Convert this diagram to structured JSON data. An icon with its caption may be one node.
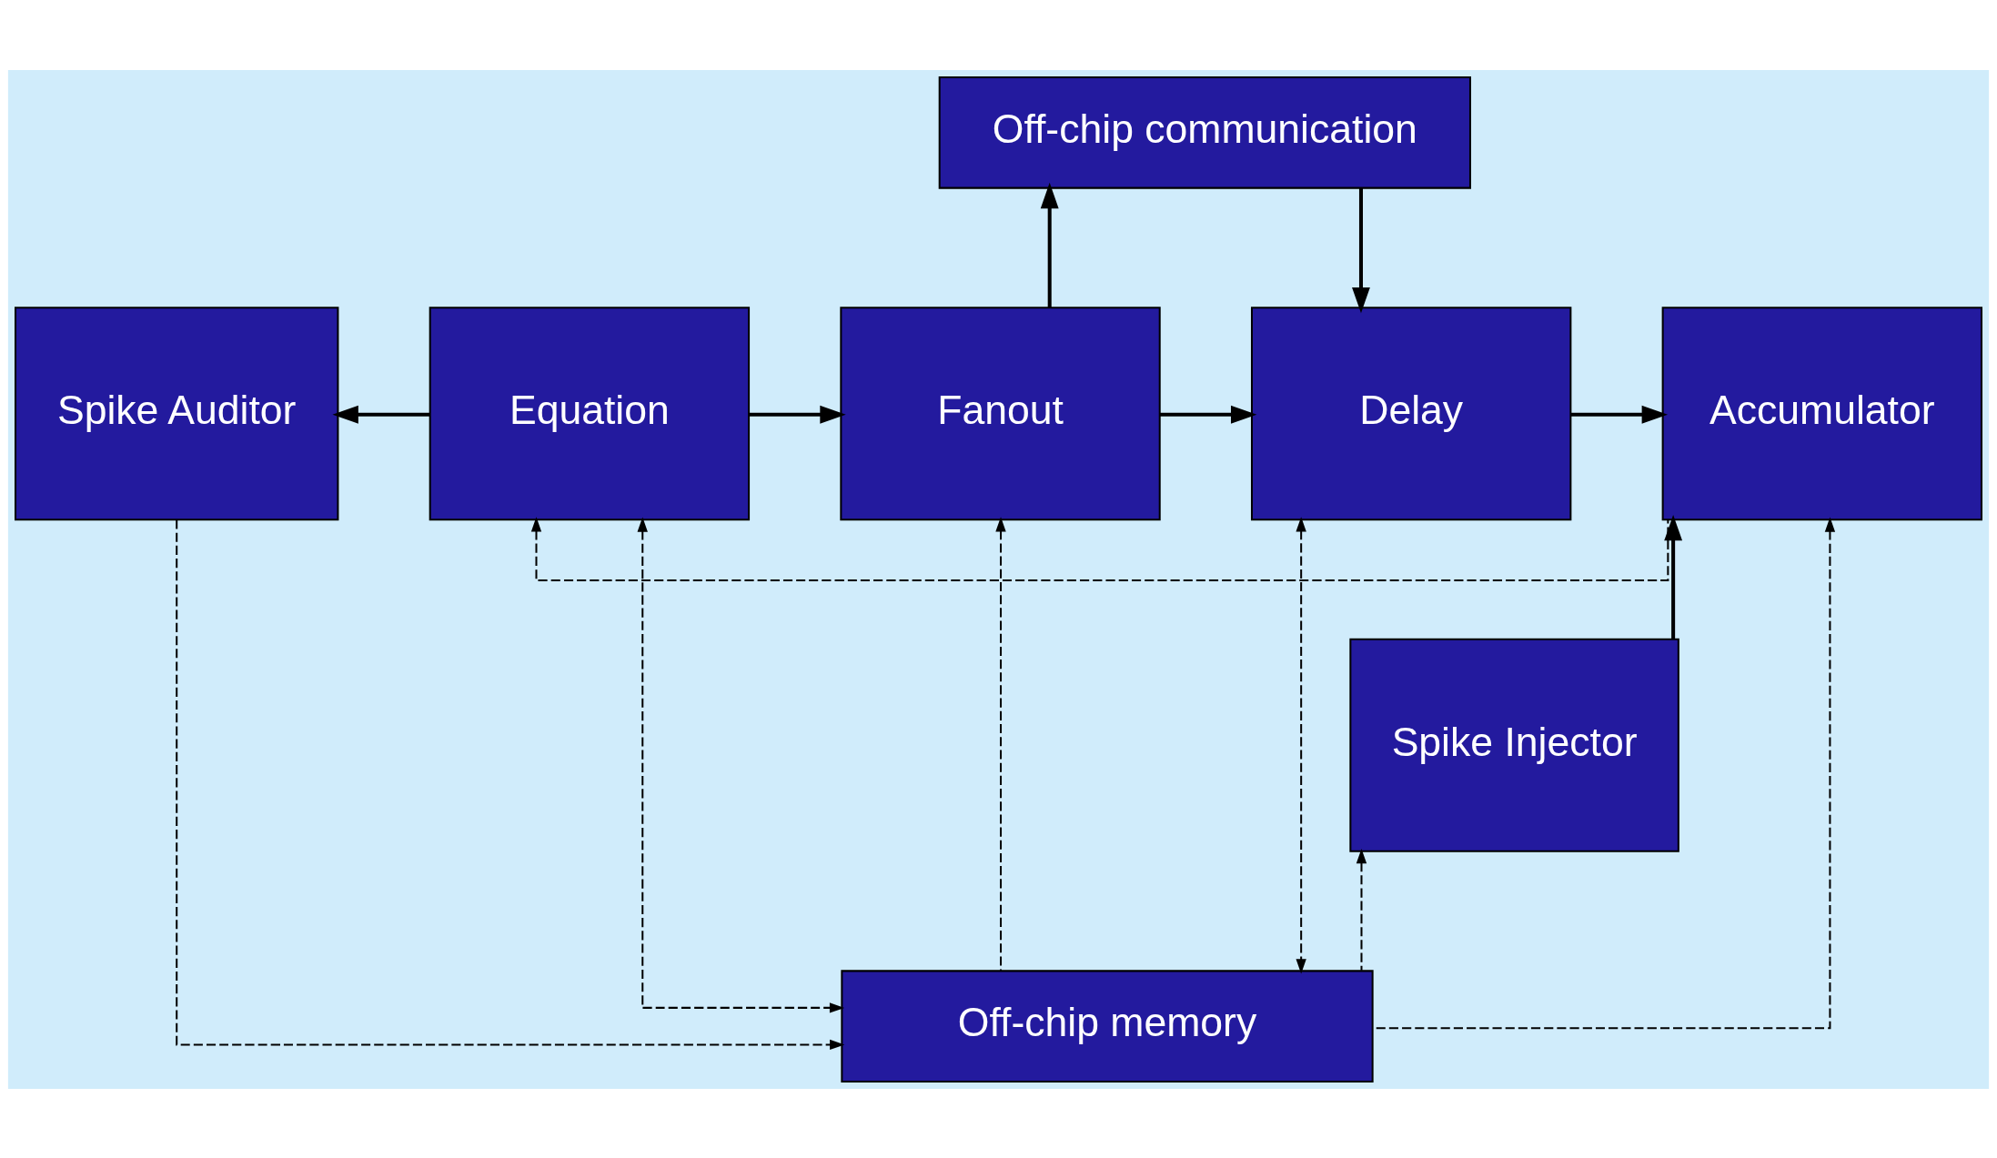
{
  "diagram": {
    "nodes": [
      {
        "text": [
          "Off-chip communication"
        ]
      },
      {
        "text": [
          "Spike Auditor"
        ]
      },
      {
        "text": [
          "Equation"
        ]
      },
      {
        "text": [
          "Fanout"
        ]
      },
      {
        "text": [
          "Delay"
        ]
      },
      {
        "text": [
          "Spike Injector"
        ]
      },
      {
        "text": [
          "Accumulator"
        ]
      },
      {
        "text": [
          "Off-chip memory"
        ]
      }
    ],
    "edges": [
      {
        "from": 2,
        "to": 1,
        "arrow": "to"
      },
      {
        "from": 2,
        "to": 3,
        "arrow": "to"
      },
      {
        "from": 3,
        "to": 0,
        "arrow": "to"
      },
      {
        "from": 0,
        "to": 4,
        "arrow": "to"
      },
      {
        "from": 3,
        "to": 4,
        "arrow": "to"
      },
      {
        "from": 4,
        "to": 6,
        "arrow": "to"
      },
      {
        "from": 5,
        "to": 6,
        "arrow": "to"
      },
      {
        "from": 6,
        "to": 2,
        "arrow": "to",
        "style": "dashed"
      },
      {
        "from": 1,
        "to": 7,
        "arrow": "to",
        "style": "dashed"
      },
      {
        "from": 2,
        "to": 7,
        "arrow": "both",
        "style": "dashed"
      },
      {
        "from": 7,
        "to": 3,
        "arrow": "to",
        "style": "dashed"
      },
      {
        "from": 4,
        "to": 7,
        "arrow": "both",
        "style": "dashed"
      },
      {
        "from": 7,
        "to": 5,
        "arrow": "to",
        "style": "dashed"
      },
      {
        "from": 7,
        "to": 6,
        "arrow": "to",
        "style": "dashed"
      }
    ]
  }
}
